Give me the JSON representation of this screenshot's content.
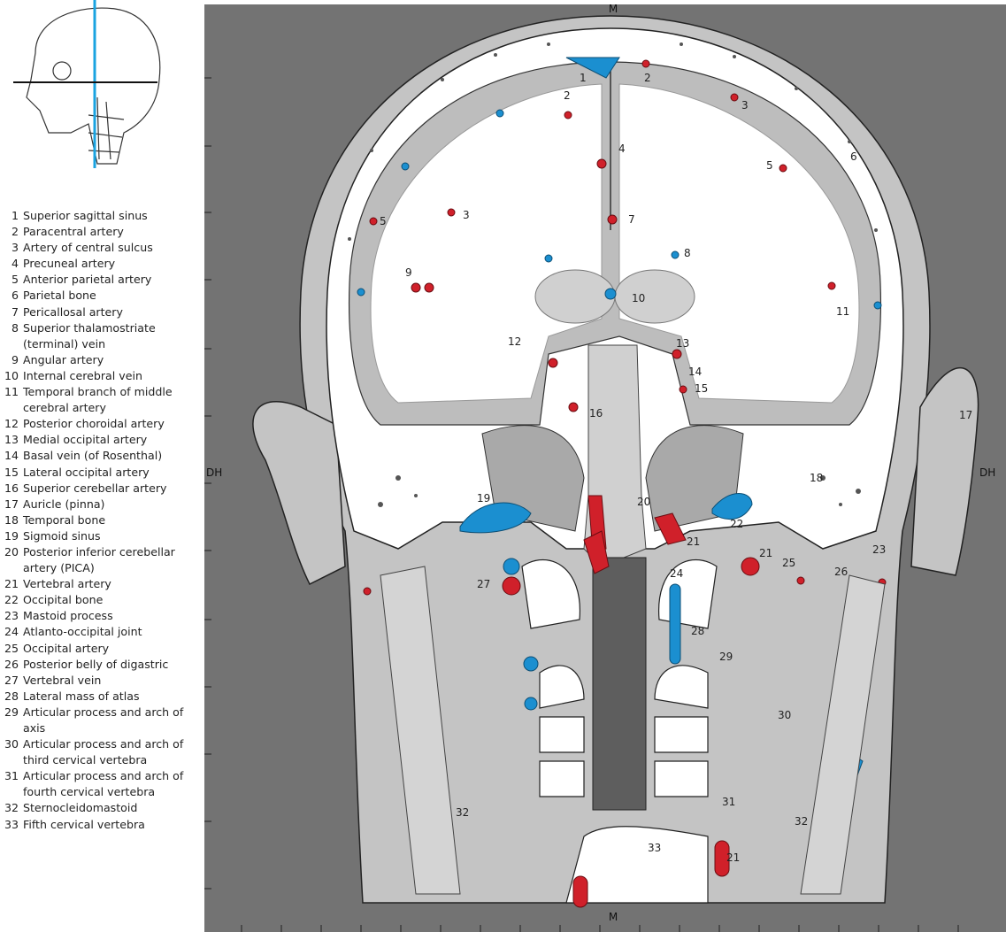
{
  "orientation": {
    "top": "M",
    "bottom": "M",
    "left": "DH",
    "right": "DH"
  },
  "legend": [
    {
      "num": "1",
      "text": "Superior sagittal sinus"
    },
    {
      "num": "2",
      "text": "Paracentral artery"
    },
    {
      "num": "3",
      "text": "Artery of central sulcus"
    },
    {
      "num": "4",
      "text": "Precuneal artery"
    },
    {
      "num": "5",
      "text": "Anterior parietal artery"
    },
    {
      "num": "6",
      "text": "Parietal bone"
    },
    {
      "num": "7",
      "text": "Pericallosal artery"
    },
    {
      "num": "8",
      "text": "Superior thalamostriate (terminal) vein"
    },
    {
      "num": "9",
      "text": "Angular artery"
    },
    {
      "num": "10",
      "text": "Internal cerebral vein"
    },
    {
      "num": "11",
      "text": "Temporal branch of middle cerebral artery"
    },
    {
      "num": "12",
      "text": "Posterior choroidal artery"
    },
    {
      "num": "13",
      "text": "Medial occipital artery"
    },
    {
      "num": "14",
      "text": "Basal vein (of Rosenthal)"
    },
    {
      "num": "15",
      "text": "Lateral occipital artery"
    },
    {
      "num": "16",
      "text": "Superior cerebellar artery"
    },
    {
      "num": "17",
      "text": "Auricle (pinna)"
    },
    {
      "num": "18",
      "text": "Temporal bone"
    },
    {
      "num": "19",
      "text": "Sigmoid sinus"
    },
    {
      "num": "20",
      "text": "Posterior inferior cerebellar artery (PICA)"
    },
    {
      "num": "21",
      "text": "Vertebral artery"
    },
    {
      "num": "22",
      "text": "Occipital bone"
    },
    {
      "num": "23",
      "text": "Mastoid process"
    },
    {
      "num": "24",
      "text": "Atlanto-occipital joint"
    },
    {
      "num": "25",
      "text": "Occipital artery"
    },
    {
      "num": "26",
      "text": "Posterior belly of digastric"
    },
    {
      "num": "27",
      "text": "Vertebral vein"
    },
    {
      "num": "28",
      "text": "Lateral mass of atlas"
    },
    {
      "num": "29",
      "text": "Articular process and arch of axis"
    },
    {
      "num": "30",
      "text": "Articular process and arch of third cervical vertebra"
    },
    {
      "num": "31",
      "text": "Articular process and arch of fourth cervical vertebra"
    },
    {
      "num": "32",
      "text": "Sternocleidomastoid"
    },
    {
      "num": "33",
      "text": "Fifth cervical vertebra"
    }
  ],
  "figure_labels": [
    "1",
    "2",
    "2",
    "3",
    "3",
    "4",
    "5",
    "5",
    "6",
    "7",
    "8",
    "9",
    "10",
    "11",
    "12",
    "13",
    "14",
    "15",
    "16",
    "17",
    "18",
    "19",
    "20",
    "21",
    "22",
    "21",
    "25",
    "23",
    "26",
    "24",
    "27",
    "28",
    "29",
    "30",
    "31",
    "32",
    "32",
    "33",
    "21"
  ],
  "colors": {
    "artery": "#d0202a",
    "vein": "#1b8fd0",
    "panel": "#737373",
    "soft_tissue": "#c4c4c4",
    "bone": "#ffffff",
    "plane_line": "#1aa3e0"
  }
}
